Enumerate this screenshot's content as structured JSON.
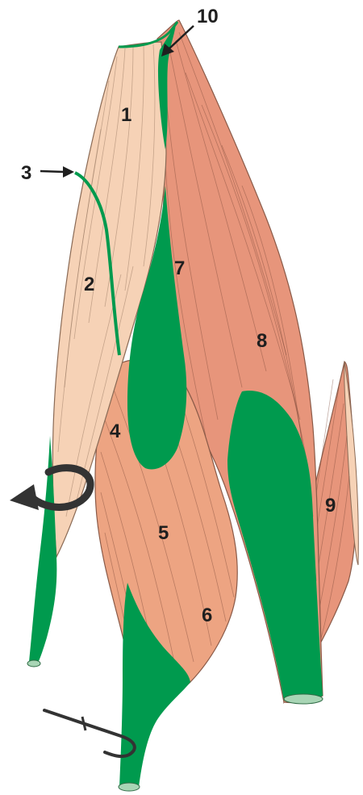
{
  "labels": {
    "l1": "1",
    "l2": "2",
    "l3": "3",
    "l4": "4",
    "l5": "5",
    "l6": "6",
    "l7": "7",
    "l8": "8",
    "l9": "9",
    "l10": "10"
  },
  "colors": {
    "tendon": "#009a4e",
    "light_muscle": "#f6d2b6",
    "muscle": "#e7957b",
    "mid_muscle": "#eda482",
    "arrow": "#333333"
  }
}
